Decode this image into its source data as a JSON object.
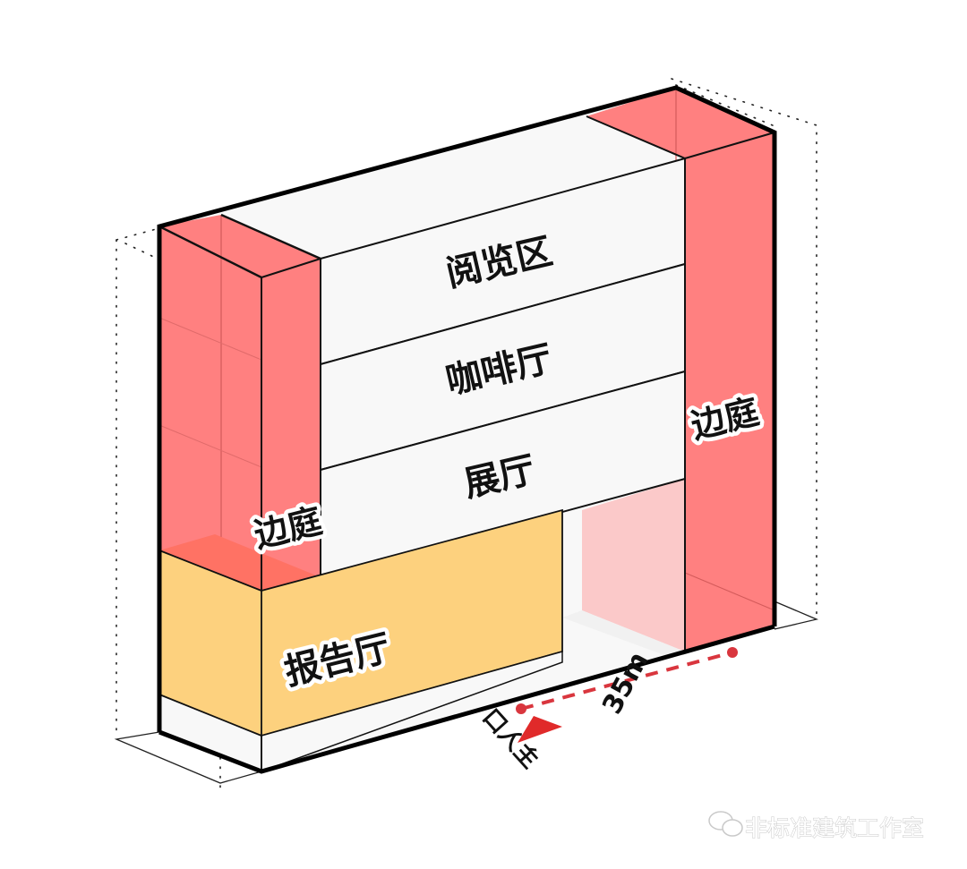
{
  "diagram": {
    "title": "",
    "colors": {
      "atrium_red": "#ff8080",
      "atrium_red_light": "#fbc3c3",
      "auditorium_yellow": "#fdd17e",
      "floor_white": "#f8f8f8",
      "outline": "#000000",
      "dimension_red": "#d9363e",
      "entry_arrow": "#e02a2a"
    },
    "zones": [
      {
        "id": "reading",
        "label": "阅览区"
      },
      {
        "id": "cafe",
        "label": "咖啡厅"
      },
      {
        "id": "exhibition",
        "label": "展厅"
      },
      {
        "id": "auditorium",
        "label": "报告厅"
      },
      {
        "id": "atrium_left",
        "label": "边庭"
      },
      {
        "id": "atrium_right",
        "label": "边庭"
      }
    ],
    "dimension": {
      "label": "35m"
    },
    "entrance": {
      "label": "主入口"
    },
    "watermark": {
      "text": "非标准建筑工作室"
    }
  }
}
